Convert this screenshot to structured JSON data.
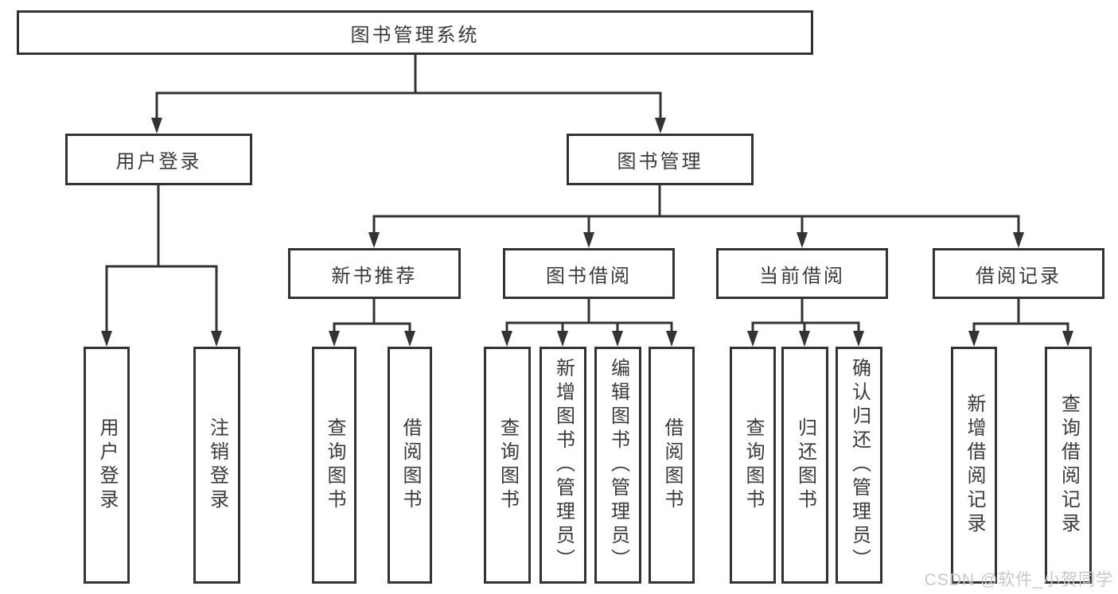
{
  "diagram": {
    "root": "图书管理系统",
    "level2": {
      "user_login": "用户登录",
      "book_mgmt": "图书管理"
    },
    "level3": {
      "new_books": "新书推荐",
      "book_borrow": "图书借阅",
      "current_borrow": "当前借阅",
      "borrow_records": "借阅记录"
    },
    "leaves": {
      "user_login": [
        "用户登录",
        "注销登录"
      ],
      "new_books": [
        "查询图书",
        "借阅图书"
      ],
      "book_borrow": [
        "查询图书",
        "新增图书（管理员）",
        "编辑图书（管理员）",
        "借阅图书"
      ],
      "current_borrow": [
        "查询图书",
        "归还图书",
        "确认归还（管理员）"
      ],
      "borrow_records": [
        "新增借阅记录",
        "查询借阅记录"
      ]
    }
  },
  "watermark": "CSDN @软件_小贺同学",
  "colors": {
    "line": "#333333",
    "text": "#3a3a3a",
    "background": "#ffffff",
    "watermark": "#cbc5c9"
  }
}
